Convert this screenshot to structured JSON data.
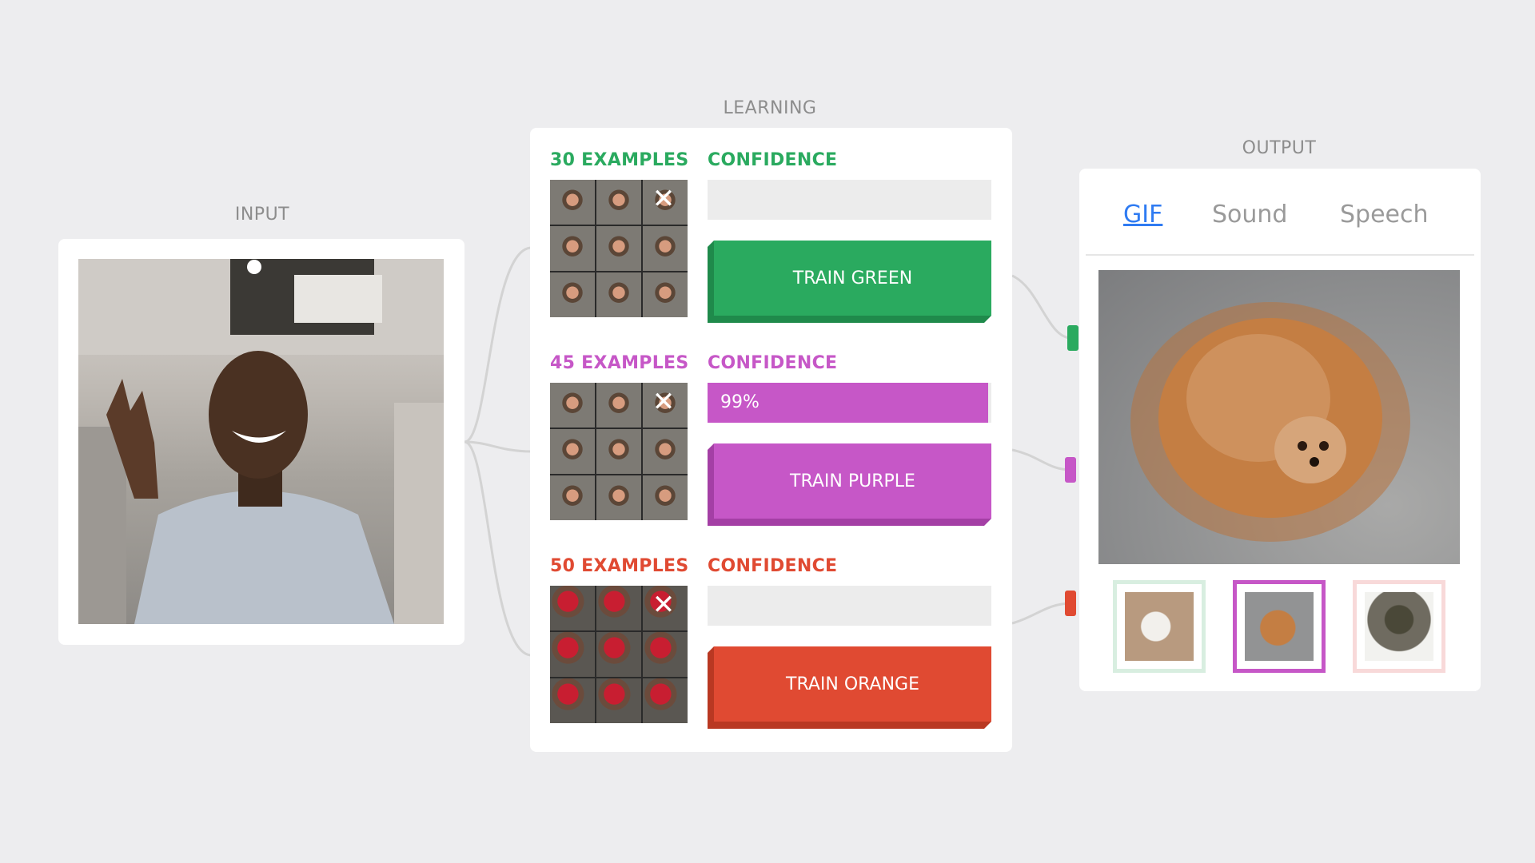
{
  "sections": {
    "input": "INPUT",
    "learning": "LEARNING",
    "output": "OUTPUT"
  },
  "colors": {
    "green": "#2aaa5f",
    "purple": "#c657c7",
    "orange": "#e04a32",
    "link_blue": "#2f7bf2"
  },
  "classes": [
    {
      "examples_label": "30 EXAMPLES",
      "confidence_label": "CONFIDENCE",
      "confidence_text": "",
      "confidence_level": 0,
      "train_label": "TRAIN GREEN",
      "color": "#2aaa5f",
      "dark": "#1f8a4b"
    },
    {
      "examples_label": "45 EXAMPLES",
      "confidence_label": "CONFIDENCE",
      "confidence_text": "99%",
      "confidence_level": 0.99,
      "train_label": "TRAIN PURPLE",
      "color": "#c657c7",
      "dark": "#a43fa5"
    },
    {
      "examples_label": "50 EXAMPLES",
      "confidence_label": "CONFIDENCE",
      "confidence_text": "",
      "confidence_level": 0,
      "train_label": "TRAIN ORANGE",
      "color": "#e04a32",
      "dark": "#b93822"
    }
  ],
  "remove_icon": "close-icon",
  "output": {
    "tabs": [
      {
        "label": "GIF",
        "active": true
      },
      {
        "label": "Sound",
        "active": false
      },
      {
        "label": "Speech",
        "active": false
      }
    ],
    "selected_thumbnail": 1
  }
}
